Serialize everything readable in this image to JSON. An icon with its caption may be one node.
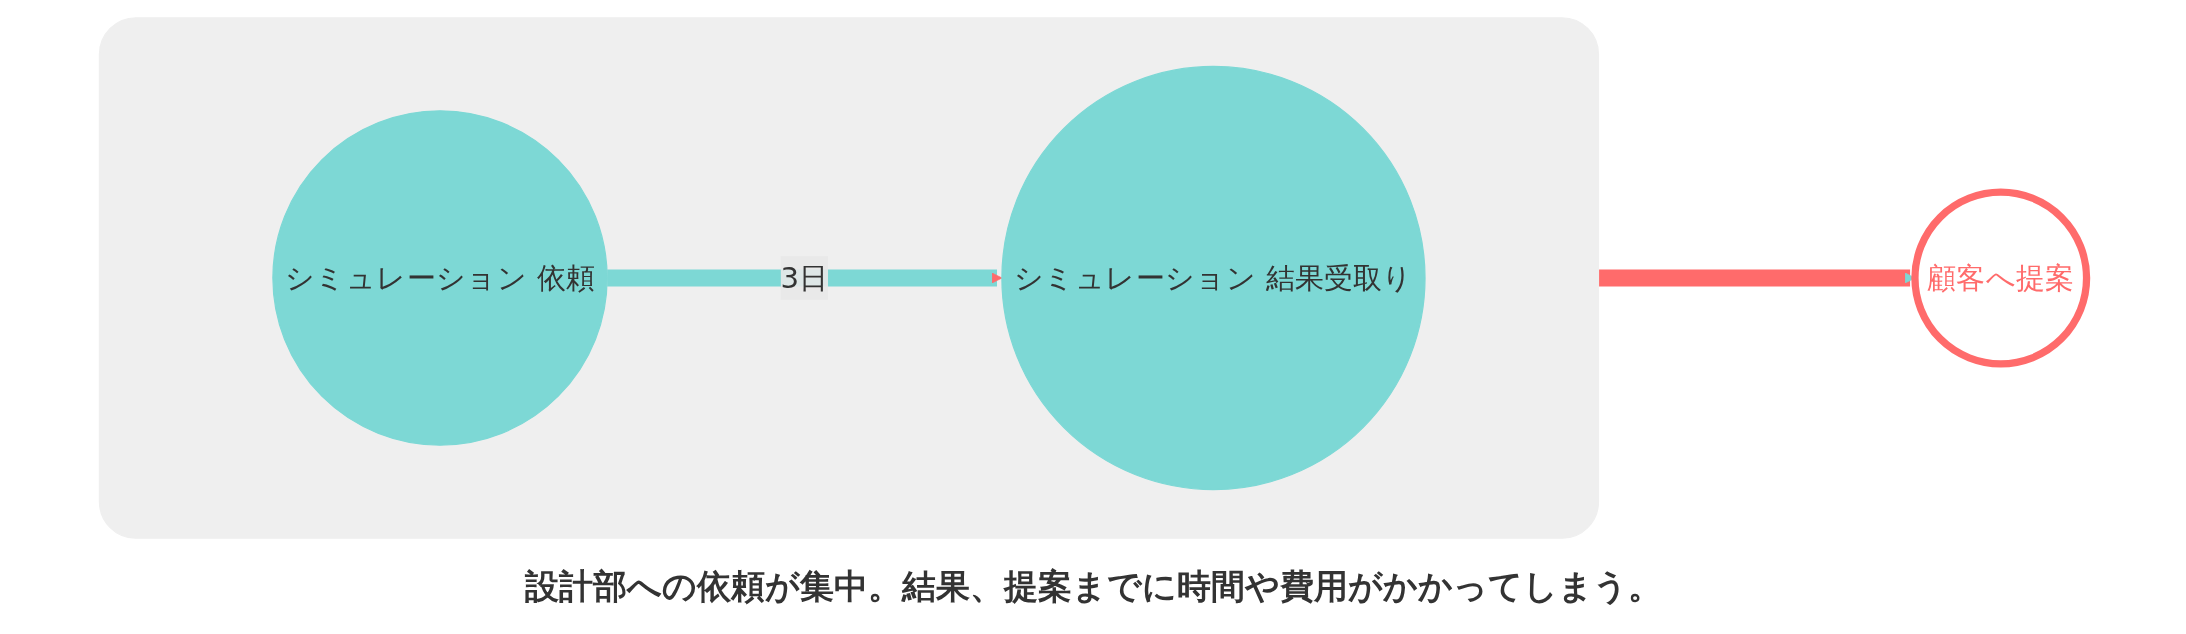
{
  "diagram": {
    "caption": "設計部への依頼が集中。結果、提案までに時間や費用がかかってしまう。",
    "nodes": [
      {
        "text": [],
        "shape": "box"
      },
      {
        "text": [
          "シミュレーション 依頼"
        ],
        "in": 0
      },
      {
        "text": [
          "シミュレーション 結果受取り"
        ],
        "in": 0
      },
      {
        "text": [
          "顧客へ提案"
        ]
      }
    ],
    "edges": [
      {
        "from": 1,
        "to": 2,
        "arrow": "to",
        "label": "3日",
        "color": "#7dd8d5"
      },
      {
        "from": 0,
        "to": 3,
        "arrow": "to",
        "color": "#ff6b6b"
      }
    ]
  }
}
